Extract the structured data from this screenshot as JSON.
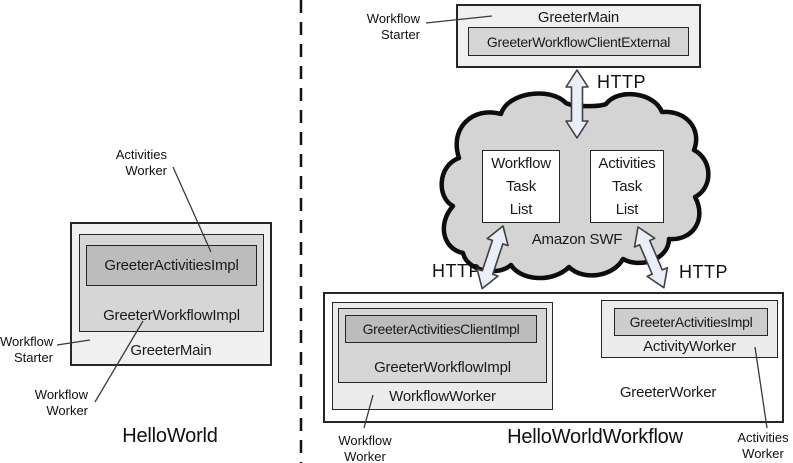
{
  "colors": {
    "background": "#ffffff",
    "border": "#262626",
    "box_outer_fill": "#f0f0f0",
    "box_mid_fill": "#d6d6d6",
    "box_inner_fill": "#bcbcbc",
    "worker_container_fill": "#ececec",
    "cloud_fill": "#d4d4d4",
    "cloud_stroke": "#0d0d0d",
    "arrow_fill": "#e9eef8",
    "arrow_stroke": "#404040"
  },
  "left": {
    "caption": "HelloWorld",
    "outer_label": "GreeterMain",
    "mid_label": "GreeterWorkflowImpl",
    "inner_label": "GreeterActivitiesImpl",
    "annotations": {
      "activities_worker": "Activities\nWorker",
      "workflow_starter": "Workflow\nStarter",
      "workflow_worker": "Workflow\nWorker"
    }
  },
  "right": {
    "caption": "HelloWorldWorkflow",
    "starter": {
      "outer_label": "GreeterMain",
      "inner_label": "GreeterWorkflowClientExternal",
      "annotation": "Workflow\nStarter"
    },
    "http_top": "HTTP",
    "http_left": "HTTP",
    "http_right": "HTTP",
    "cloud": {
      "label": "Amazon SWF",
      "workflow_task_list": "Workflow\nTask\nList",
      "activities_task_list": "Activities\nTask\nList"
    },
    "workflow_worker_group": {
      "outer_label": "WorkflowWorker",
      "mid_label": "GreeterWorkflowImpl",
      "inner_label": "GreeterActivitiesClientImpl",
      "annotation": "Workflow\nWorker"
    },
    "activities_worker_group": {
      "host_label": "GreeterWorker",
      "outer_label": "ActivityWorker",
      "inner_label": "GreeterActivitiesImpl",
      "annotation": "Activities\nWorker"
    }
  }
}
